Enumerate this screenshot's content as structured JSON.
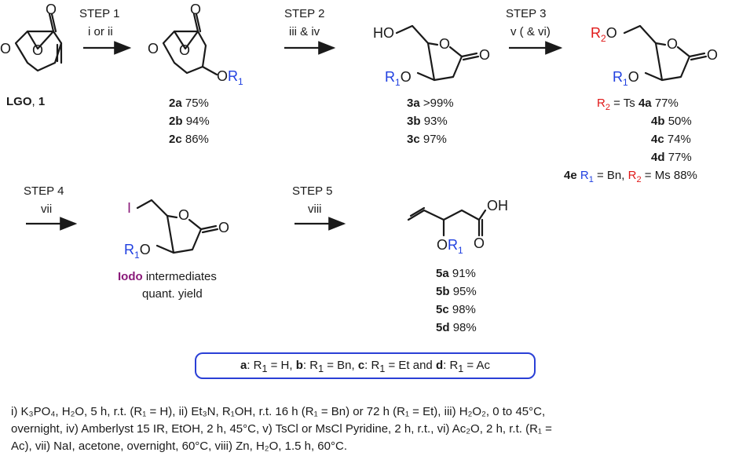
{
  "steps": [
    {
      "label": "STEP 1",
      "reagent": "i or ii"
    },
    {
      "label": "STEP 2",
      "reagent": "iii & iv"
    },
    {
      "label": "STEP 3",
      "reagent": "v ( & vi)"
    },
    {
      "label": "STEP 4",
      "reagent": "vii"
    },
    {
      "label": "STEP 5",
      "reagent": "viii"
    }
  ],
  "compounds": {
    "lgo": {
      "name": "LGO",
      "number": "1"
    },
    "c2": [
      {
        "id": "2a",
        "yield": "75%"
      },
      {
        "id": "2b",
        "yield": "94%"
      },
      {
        "id": "2c",
        "yield": "86%"
      }
    ],
    "c3": [
      {
        "id": "3a",
        "yield": ">99%"
      },
      {
        "id": "3b",
        "yield": "93%"
      },
      {
        "id": "3c",
        "yield": "97%"
      }
    ],
    "c4": [
      {
        "id": "4a",
        "yield": "77%"
      },
      {
        "id": "4b",
        "yield": "50%"
      },
      {
        "id": "4c",
        "yield": "74%"
      },
      {
        "id": "4d",
        "yield": "77%"
      }
    ],
    "c4_header": {
      "r2": "R",
      "r2_sub": "2",
      "eq": "= Ts"
    },
    "c4e": {
      "id": "4e",
      "r1": "R",
      "r1_sub": "1",
      "mid": "= Bn,",
      "r2": "R",
      "r2_sub": "2",
      "tail": "= Ms 88%"
    },
    "iodo": {
      "word": "Iodo",
      "rest": "intermediates",
      "line2": "quant. yield"
    },
    "c5": [
      {
        "id": "5a",
        "yield": "91%"
      },
      {
        "id": "5b",
        "yield": "95%"
      },
      {
        "id": "5c",
        "yield": "98%"
      },
      {
        "id": "5d",
        "yield": "98%"
      }
    ]
  },
  "atoms": {
    "O": "O",
    "OH": "OH",
    "HO": "HO",
    "I": "I",
    "R": "R",
    "sub1": "1",
    "sub2": "2"
  },
  "legend": {
    "a": "a",
    "a_text": ": R",
    "a_eq": "= H,",
    "b": "b",
    "b_text": ": R",
    "b_eq": "= Bn,",
    "c": "c",
    "c_text": ": R",
    "c_eq": "= Et and",
    "d": "d",
    "d_text": ": R",
    "d_eq": "= Ac"
  },
  "conditions": [
    "i) K₃PO₄, H₂O, 5 h, r.t. (R₁ = H), ii) Et₃N, R₁OH, r.t. 16 h (R₁ = Bn) or 72 h (R₁ = Et), iii) H₂O₂, 0 to 45°C,",
    "overnight, iv) Amberlyst 15 IR, EtOH, 2 h, 45°C, v) TsCl or MsCl Pyridine, 2 h, r.t., vi) Ac₂O, 2 h, r.t. (R₁ =",
    "Ac), vii) NaI, acetone, overnight, 60°C, viii) Zn, H₂O, 1.5 h, 60°C."
  ],
  "colors": {
    "r1": "#1f3fe0",
    "r2": "#e01818",
    "iodo": "#8a1a7a",
    "legend_border": "#2a3fd6"
  }
}
